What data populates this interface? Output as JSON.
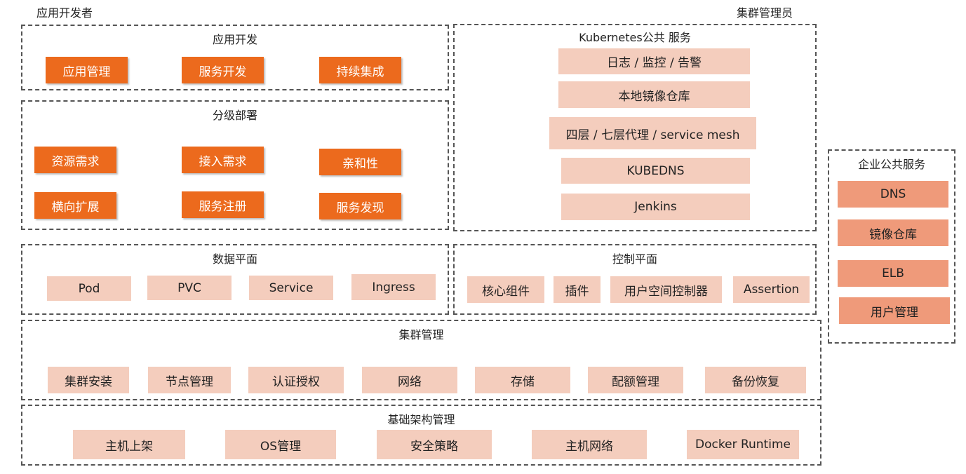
{
  "roles": {
    "app_developer": "应用开发者",
    "cluster_admin": "集群管理员"
  },
  "app_dev": {
    "title": "应用开发",
    "items": [
      "应用管理",
      "服务开发",
      "持续集成"
    ]
  },
  "deploy": {
    "title": "分级部署",
    "items": [
      "资源需求",
      "接入需求",
      "亲和性",
      "横向扩展",
      "服务注册",
      "服务发现"
    ]
  },
  "k8s": {
    "title": "Kubernetes公共 服务",
    "items": [
      "日志 / 监控 / 告警",
      "本地镜像仓库",
      "四层 / 七层代理 / service mesh",
      "KUBEDNS",
      "Jenkins"
    ]
  },
  "enterprise": {
    "title": "企业公共服务",
    "items": [
      "DNS",
      "镜像仓库",
      "ELB",
      "用户管理"
    ]
  },
  "data_plane": {
    "title": "数据平面",
    "items": [
      "Pod",
      "PVC",
      "Service",
      "Ingress"
    ]
  },
  "control_plane": {
    "title": "控制平面",
    "items": [
      "核心组件",
      "插件",
      "用户空间控制器",
      "Assertion"
    ]
  },
  "cluster_mgmt": {
    "title": "集群管理",
    "items": [
      "集群安装",
      "节点管理",
      "认证授权",
      "网络",
      "存储",
      "配额管理",
      "备份恢复"
    ]
  },
  "infra_mgmt": {
    "title": "基础架构管理",
    "items": [
      "主机上架",
      "OS管理",
      "安全策略",
      "主机网络",
      "Docker Runtime"
    ]
  },
  "colors": {
    "orange": "#ec6a1d",
    "pink": "#f4cdbd",
    "salmon": "#ef9a7a",
    "border": "#555555"
  }
}
